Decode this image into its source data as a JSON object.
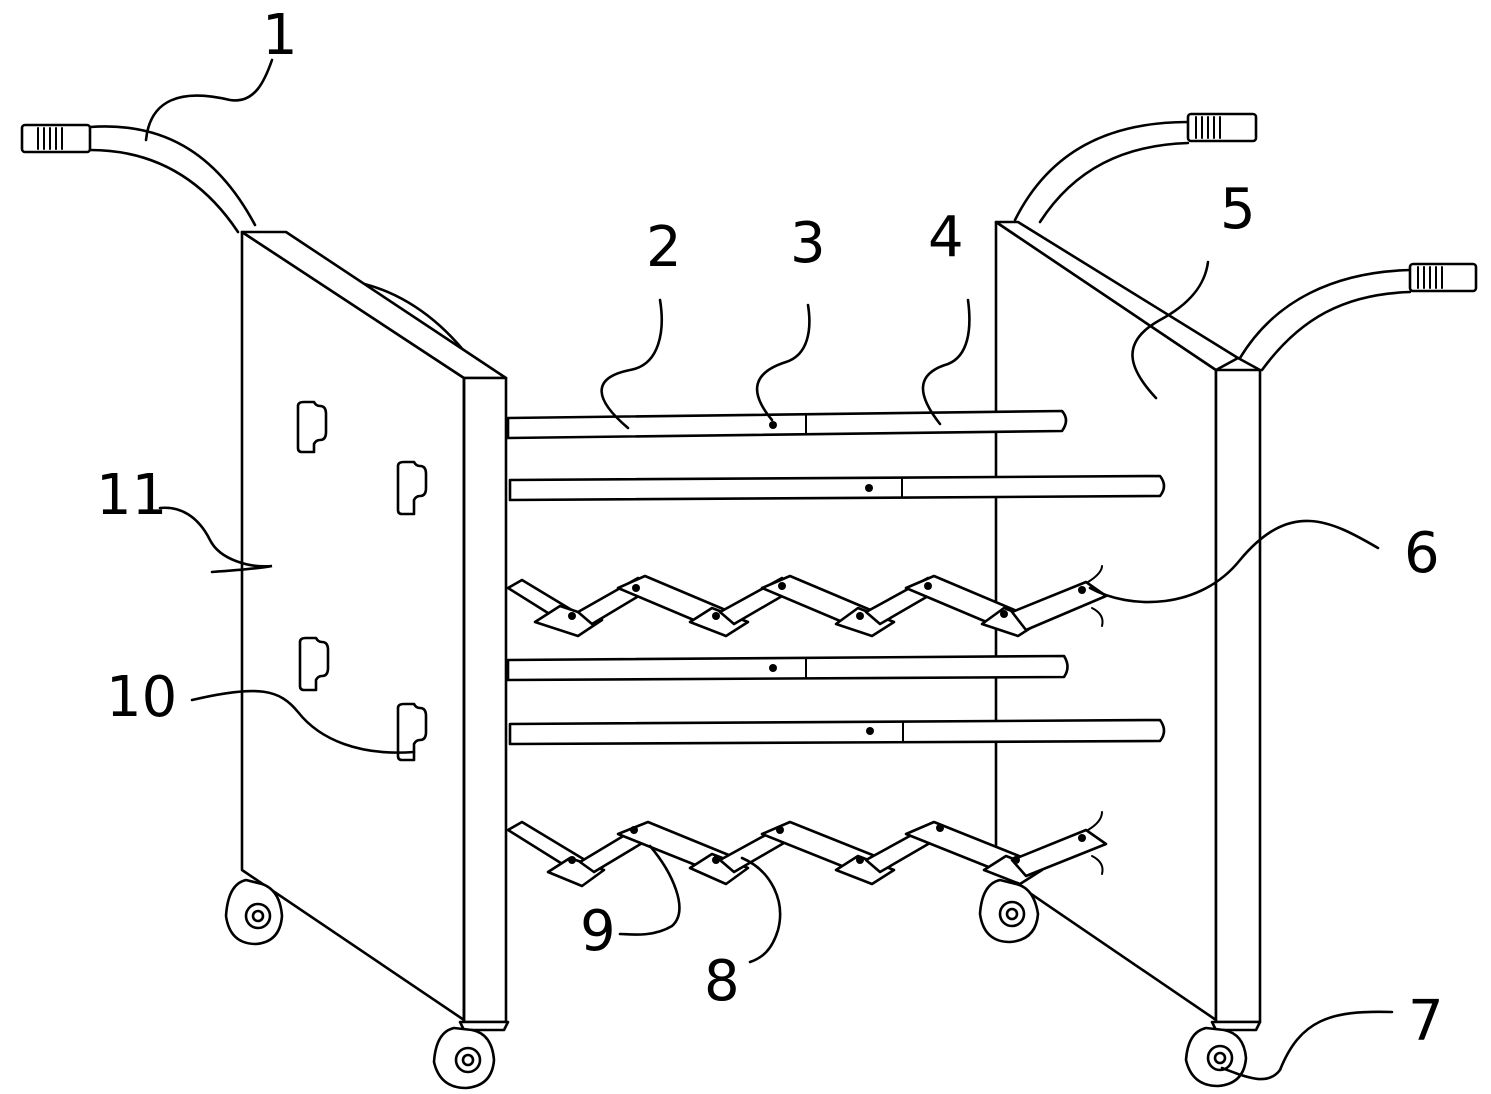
{
  "labels": [
    {
      "id": "handle",
      "text": "1"
    },
    {
      "id": "rod-left-segment",
      "text": "2"
    },
    {
      "id": "rod-pivot",
      "text": "3"
    },
    {
      "id": "rod-right-segment",
      "text": "4"
    },
    {
      "id": "right-side-panel",
      "text": "5"
    },
    {
      "id": "scissor-end",
      "text": "6"
    },
    {
      "id": "caster-wheel",
      "text": "7"
    },
    {
      "id": "scissor-hinge",
      "text": "8"
    },
    {
      "id": "scissor-link",
      "text": "9"
    },
    {
      "id": "panel-slot",
      "text": "10"
    },
    {
      "id": "left-side-panel",
      "text": "11"
    }
  ]
}
